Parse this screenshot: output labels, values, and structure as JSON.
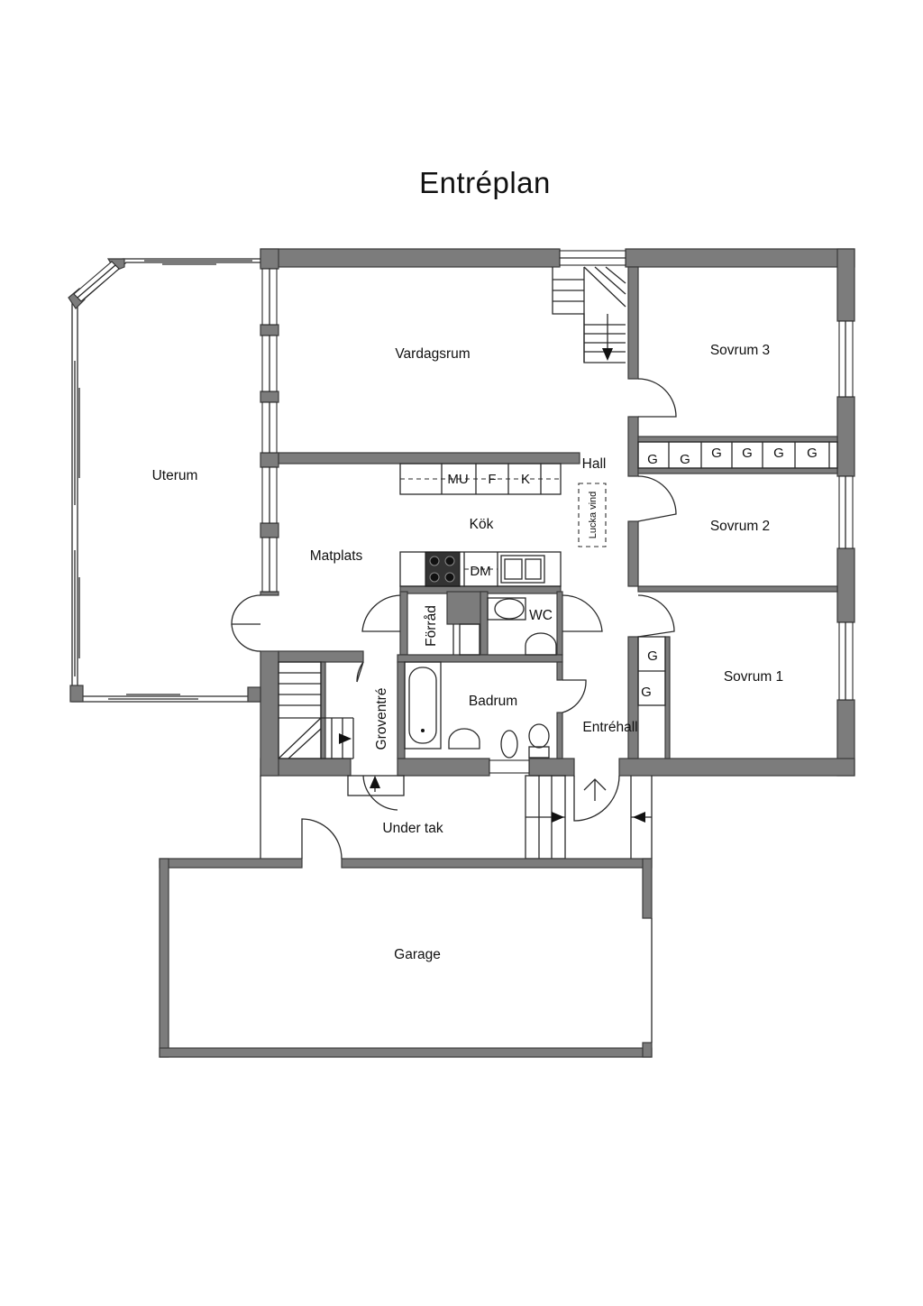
{
  "title": "Entréplan",
  "rooms": {
    "vardagsrum": "Vardagsrum",
    "sovrum3": "Sovrum 3",
    "uterum": "Uterum",
    "hall": "Hall",
    "kok": "Kök",
    "sovrum2": "Sovrum 2",
    "matplats": "Matplats",
    "forrad": "Förråd",
    "wc": "WC",
    "badrum": "Badrum",
    "sovrum1": "Sovrum 1",
    "groventre": "Groventré",
    "entrehall": "Entréhall",
    "under_tak": "Under tak",
    "garage": "Garage"
  },
  "appliances": {
    "mu": "MU",
    "f": "F",
    "k": "K",
    "dm": "DM",
    "lucka_vind": "Lucka vind"
  },
  "wardrobe_label": "G"
}
